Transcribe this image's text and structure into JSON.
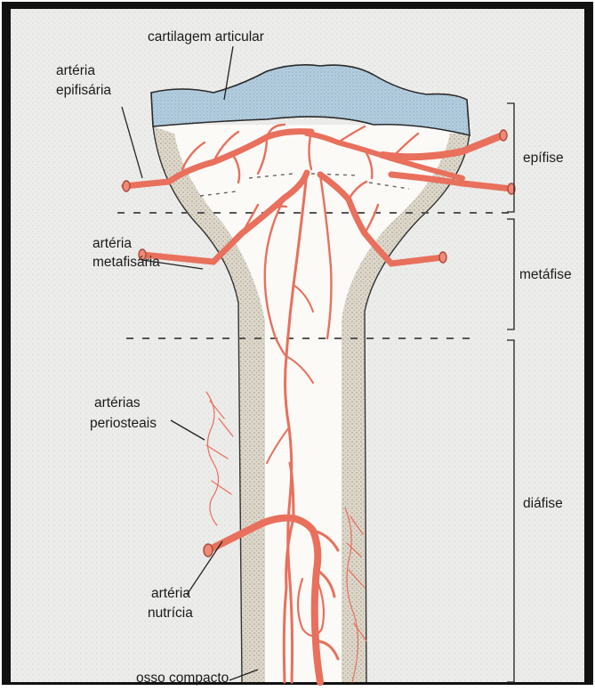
{
  "labels": {
    "cartilage": "cartilagem articular",
    "epiphyseal_artery": [
      "artéria",
      "epifisária"
    ],
    "metaphyseal_artery": [
      "artéria",
      "metafisária"
    ],
    "periosteal_arteries": [
      "artérias",
      "periosteais"
    ],
    "nutrient_artery": [
      "artéria",
      "nutrícia"
    ],
    "compact_bone": "osso compacto"
  },
  "regions": {
    "epiphysis": "epífise",
    "metaphysis": "metáfise",
    "diaphysis": "diáfise"
  },
  "colors": {
    "frame": "#111111",
    "paper": "#ececea",
    "cartilage": "#b5cfe0",
    "artery": "#f08a76",
    "artery_stroke": "#b8473a",
    "cortex": "#d9d3c6",
    "marrow": "#fbfaf7"
  }
}
